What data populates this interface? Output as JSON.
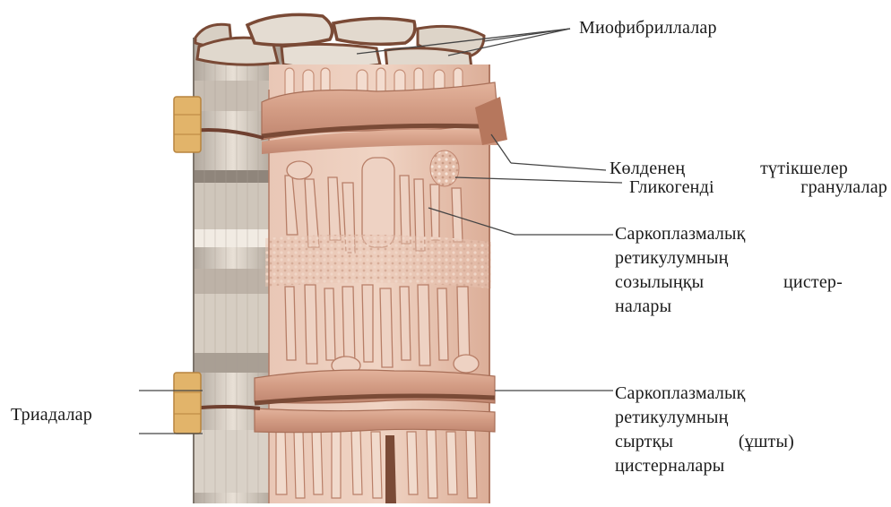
{
  "labels": {
    "myofibrils": "Миофибриллалар",
    "t_tubules": "Көлденең түтікшелер",
    "glycogen": "Гликогенді гранулалар",
    "longitudinal": [
      "Саркоплазмалық",
      "ретикулумның",
      "созылыңқы цистер-",
      "налары"
    ],
    "terminal": [
      "Саркоплазмалық",
      "ретикулумның",
      "сыртқы (ұшты)",
      "цистерналары"
    ],
    "triads": "Триадалар"
  },
  "colors": {
    "fiber_pink": "#e7c0ad",
    "fiber_dark": "#b9826a",
    "cistern_band": "#d49e86",
    "tubule_brown": "#7a4a36",
    "myofibril_grey": "#ddd4c9",
    "myofibril_stripe": "#9c9187",
    "triad_orange": "#e2b46a",
    "leader_line": "#444444"
  }
}
